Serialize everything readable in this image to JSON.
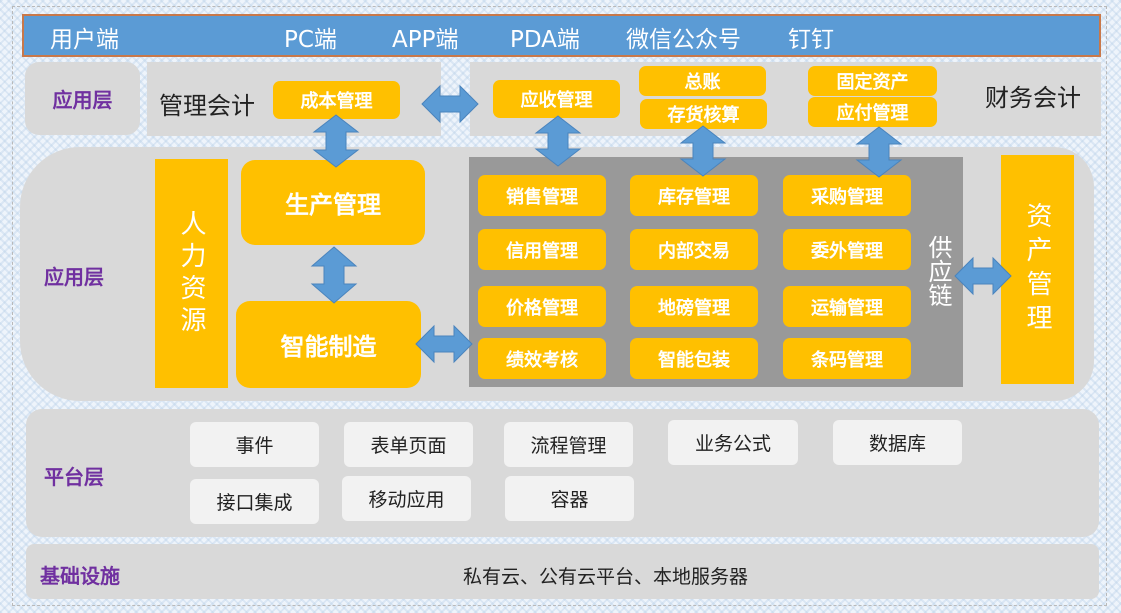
{
  "user_layer": {
    "label": "用户端",
    "clients": [
      "PC端",
      "APP端",
      "PDA端",
      "微信公众号",
      "钉钉"
    ]
  },
  "accounting_layer": {
    "label": "应用层",
    "management_accounting": {
      "label": "管理会计",
      "modules": [
        "成本管理"
      ]
    },
    "financial_accounting": {
      "label": "财务会计",
      "modules": [
        "应收管理",
        "总账",
        "存货核算",
        "固定资产",
        "应付管理"
      ]
    }
  },
  "application_layer": {
    "label": "应用层",
    "human_resources": "人力资源",
    "production": "生产管理",
    "smart_manufacturing": "智能制造",
    "supply_chain": {
      "label": "供应链",
      "modules": [
        [
          "销售管理",
          "库存管理",
          "采购管理"
        ],
        [
          "信用管理",
          "内部交易",
          "委外管理"
        ],
        [
          "价格管理",
          "地磅管理",
          "运输管理"
        ],
        [
          "绩效考核",
          "智能包装",
          "条码管理"
        ]
      ]
    },
    "asset_management": "资产管理"
  },
  "platform_layer": {
    "label": "平台层",
    "row1": [
      "事件",
      "表单页面",
      "流程管理",
      "业务公式",
      "数据库"
    ],
    "row2": [
      "接口集成",
      "移动应用",
      "容器"
    ]
  },
  "infrastructure_layer": {
    "label": "基础设施",
    "content": "私有云、公有云平台、本地服务器"
  },
  "colors": {
    "user_bar": "#5b9bd5",
    "user_bar_border": "#c8784a",
    "module": "#ffc000",
    "supply_chain_bg": "#999999",
    "layer_bg": "#d9d9d9",
    "layer_label": "#7030a0",
    "arrow": "#5b9bd5"
  }
}
